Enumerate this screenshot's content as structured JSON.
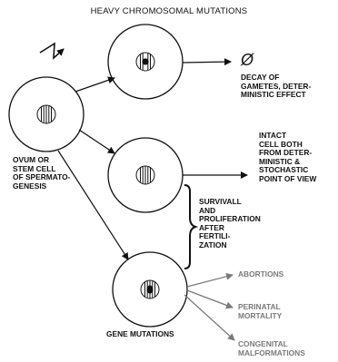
{
  "title": "HEAVY CHROMOSOMAL MUTATIONS",
  "source_cell": "OVUM OR\nSTEM CELL\nOF SPERMATO-\nGENESIS",
  "null_symbol": "Ø",
  "outcome_top": "DECAY OF\nGAMETES, DETER-\nMINISTIC EFFECT",
  "outcome_middle": "INTACT\nCELL BOTH\nFROM DETER-\nMINISTIC &\nSTOCHASTIC\nPOINT OF VIEW",
  "bracket_note": "SURVIVALL\nAND\nPROLIFERATION\nAFTER\nFERTILI-\nZATION",
  "gene_mutations": "GENE MUTATIONS",
  "effects": [
    "ABORTIONS",
    "PERINATAL\nMORTALITY",
    "CONGENITAL\nMALFORMATIONS"
  ],
  "colors": {
    "ink": "#111111",
    "gray": "#7a7a7a"
  },
  "icons": [
    "lightning-icon"
  ]
}
